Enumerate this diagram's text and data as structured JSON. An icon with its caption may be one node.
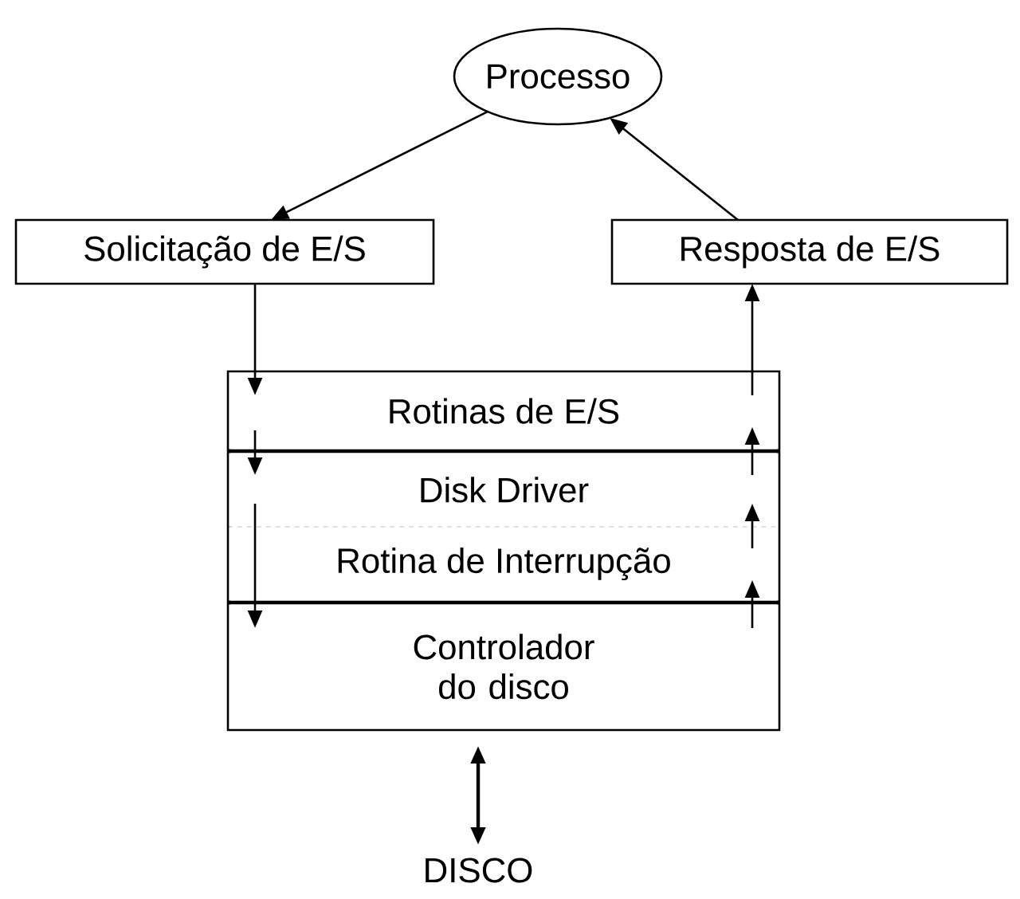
{
  "diagram": {
    "nodes": [
      {
        "text": [
          "Processo"
        ]
      },
      {
        "text": [
          "Solicitação de E/S"
        ]
      },
      {
        "text": [
          "Resposta de E/S"
        ]
      },
      {
        "text": [],
        "shape": "box"
      },
      {
        "text": [
          "Rotinas de E/S"
        ],
        "in": 3
      },
      {
        "text": [
          "Disk Driver"
        ],
        "in": 3
      },
      {
        "text": [
          "Rotina de Interrupção"
        ],
        "in": 3
      },
      {
        "text": [
          "Controlador do disco"
        ],
        "in": 3
      },
      {
        "text": [
          "DISCO"
        ]
      }
    ],
    "edges": [
      {
        "from": 0,
        "to": 1,
        "arrow": "to"
      },
      {
        "from": 2,
        "to": 0,
        "arrow": "to"
      },
      {
        "from": 1,
        "to": 4,
        "arrow": "to"
      },
      {
        "from": 4,
        "to": 5,
        "arrow": "to"
      },
      {
        "from": 5,
        "to": 6,
        "arrow": "none"
      },
      {
        "from": 6,
        "to": 7,
        "arrow": "to"
      },
      {
        "from": 7,
        "to": 6,
        "arrow": "to"
      },
      {
        "from": 6,
        "to": 5,
        "arrow": "to"
      },
      {
        "from": 5,
        "to": 4,
        "arrow": "to"
      },
      {
        "from": 4,
        "to": 2,
        "arrow": "to"
      },
      {
        "from": 3,
        "to": 8,
        "arrow": "both"
      }
    ]
  }
}
